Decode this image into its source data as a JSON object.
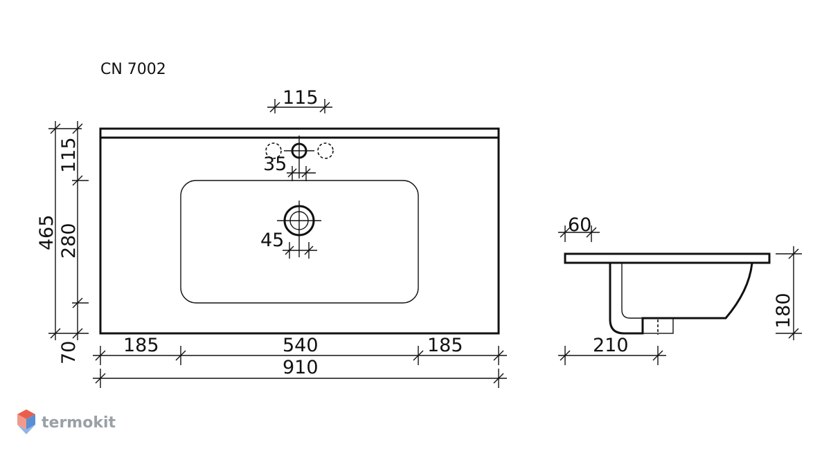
{
  "title": "CN 7002",
  "dimensions": {
    "top_hole_spacing": "115",
    "total_depth": "465",
    "back_to_hole": "115",
    "bowl_depth": "280",
    "front_margin": "70",
    "left_margin": "185",
    "bowl_width": "540",
    "right_margin": "185",
    "total_width": "910",
    "hole_diameter": "35",
    "drain_diameter": "45",
    "side_rim_thickness": "60",
    "side_height": "180",
    "side_bowl_depth": "210"
  },
  "logo": {
    "text": "termokit",
    "colors": [
      "#e8604c",
      "#5a8fd6",
      "#9aa0a6"
    ]
  }
}
